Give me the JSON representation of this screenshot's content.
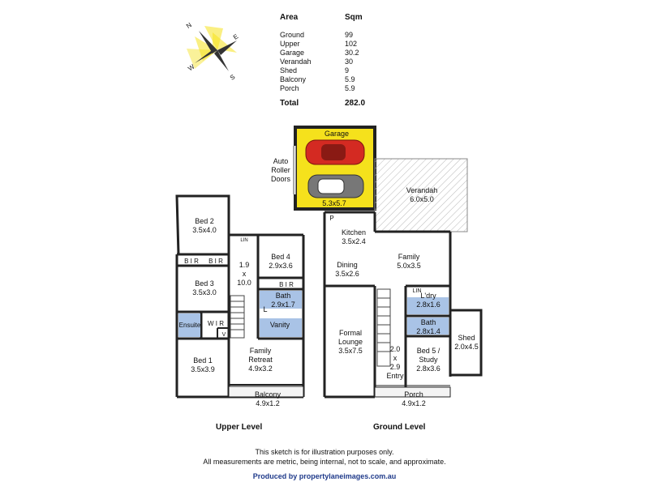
{
  "area_table": {
    "header_area": "Area",
    "header_sqm": "Sqm",
    "rows": [
      {
        "name": "Ground",
        "sqm": "99"
      },
      {
        "name": "Upper",
        "sqm": "102"
      },
      {
        "name": "Garage",
        "sqm": "30.2"
      },
      {
        "name": "Verandah",
        "sqm": "30"
      },
      {
        "name": "Shed",
        "sqm": "9"
      },
      {
        "name": "Balcony",
        "sqm": "5.9"
      },
      {
        "name": "Porch",
        "sqm": "5.9"
      }
    ],
    "total_label": "Total",
    "total_value": "282.0"
  },
  "compass": {
    "n": "N",
    "e": "E",
    "s": "S",
    "w": "W"
  },
  "garage": {
    "title": "Garage",
    "size": "5.3x5.7",
    "door_label": "Auto\nRoller\nDoors"
  },
  "colors": {
    "garage_fill": "#f5e11c",
    "wet_area_fill": "#a9c3e6",
    "car_red": "#d42a22",
    "car_grey": "#777777",
    "wall": "#222222"
  },
  "upper_rooms": [
    {
      "id": "bed2",
      "label": "Bed 2\n3.5x4.0"
    },
    {
      "id": "bir1",
      "label": "B I R"
    },
    {
      "id": "bir2",
      "label": "B I R"
    },
    {
      "id": "bed3",
      "label": "Bed 3\n3.5x3.0"
    },
    {
      "id": "hall",
      "label": "1.9\nx\n10.0"
    },
    {
      "id": "lin",
      "label": "LIN"
    },
    {
      "id": "bed4",
      "label": "Bed 4\n2.9x3.6"
    },
    {
      "id": "bir3",
      "label": "B I R"
    },
    {
      "id": "bath_up",
      "label": "Bath\n2.9x1.7"
    },
    {
      "id": "l",
      "label": "L"
    },
    {
      "id": "vanity",
      "label": "Vanity"
    },
    {
      "id": "ensuite",
      "label": "Ensuite"
    },
    {
      "id": "wir",
      "label": "W I R"
    },
    {
      "id": "v",
      "label": "V"
    },
    {
      "id": "bed1",
      "label": "Bed 1\n3.5x3.9"
    },
    {
      "id": "retreat",
      "label": "Family\nRetreat\n4.9x3.2"
    },
    {
      "id": "balcony",
      "label": "Balcony\n4.9x1.2"
    }
  ],
  "ground_rooms": [
    {
      "id": "p",
      "label": "P"
    },
    {
      "id": "kitchen",
      "label": "Kitchen\n3.5x2.4"
    },
    {
      "id": "verandah",
      "label": "Verandah\n6.0x5.0"
    },
    {
      "id": "family",
      "label": "Family\n5.0x3.5"
    },
    {
      "id": "dining",
      "label": "Dining\n3.5x2.6"
    },
    {
      "id": "lin",
      "label": "LIN"
    },
    {
      "id": "ldry",
      "label": "L'dry\n2.8x1.6"
    },
    {
      "id": "bath_gr",
      "label": "Bath\n2.8x1.4"
    },
    {
      "id": "lounge",
      "label": "Formal\nLounge\n3.5x7.5"
    },
    {
      "id": "entry",
      "label": "2.0\nx\n2.9\nEntry"
    },
    {
      "id": "bed5",
      "label": "Bed 5 /\nStudy\n2.8x3.6"
    },
    {
      "id": "shed",
      "label": "Shed\n2.0x4.5"
    },
    {
      "id": "porch",
      "label": "Porch\n4.9x1.2"
    }
  ],
  "levels": {
    "upper": "Upper Level",
    "ground": "Ground Level"
  },
  "footer": {
    "line1": "This sketch is for illustration purposes only.",
    "line2": "All measurements are metric, being internal, not to scale, and approximate.",
    "credit": "Produced by propertylaneimages.com.au"
  }
}
